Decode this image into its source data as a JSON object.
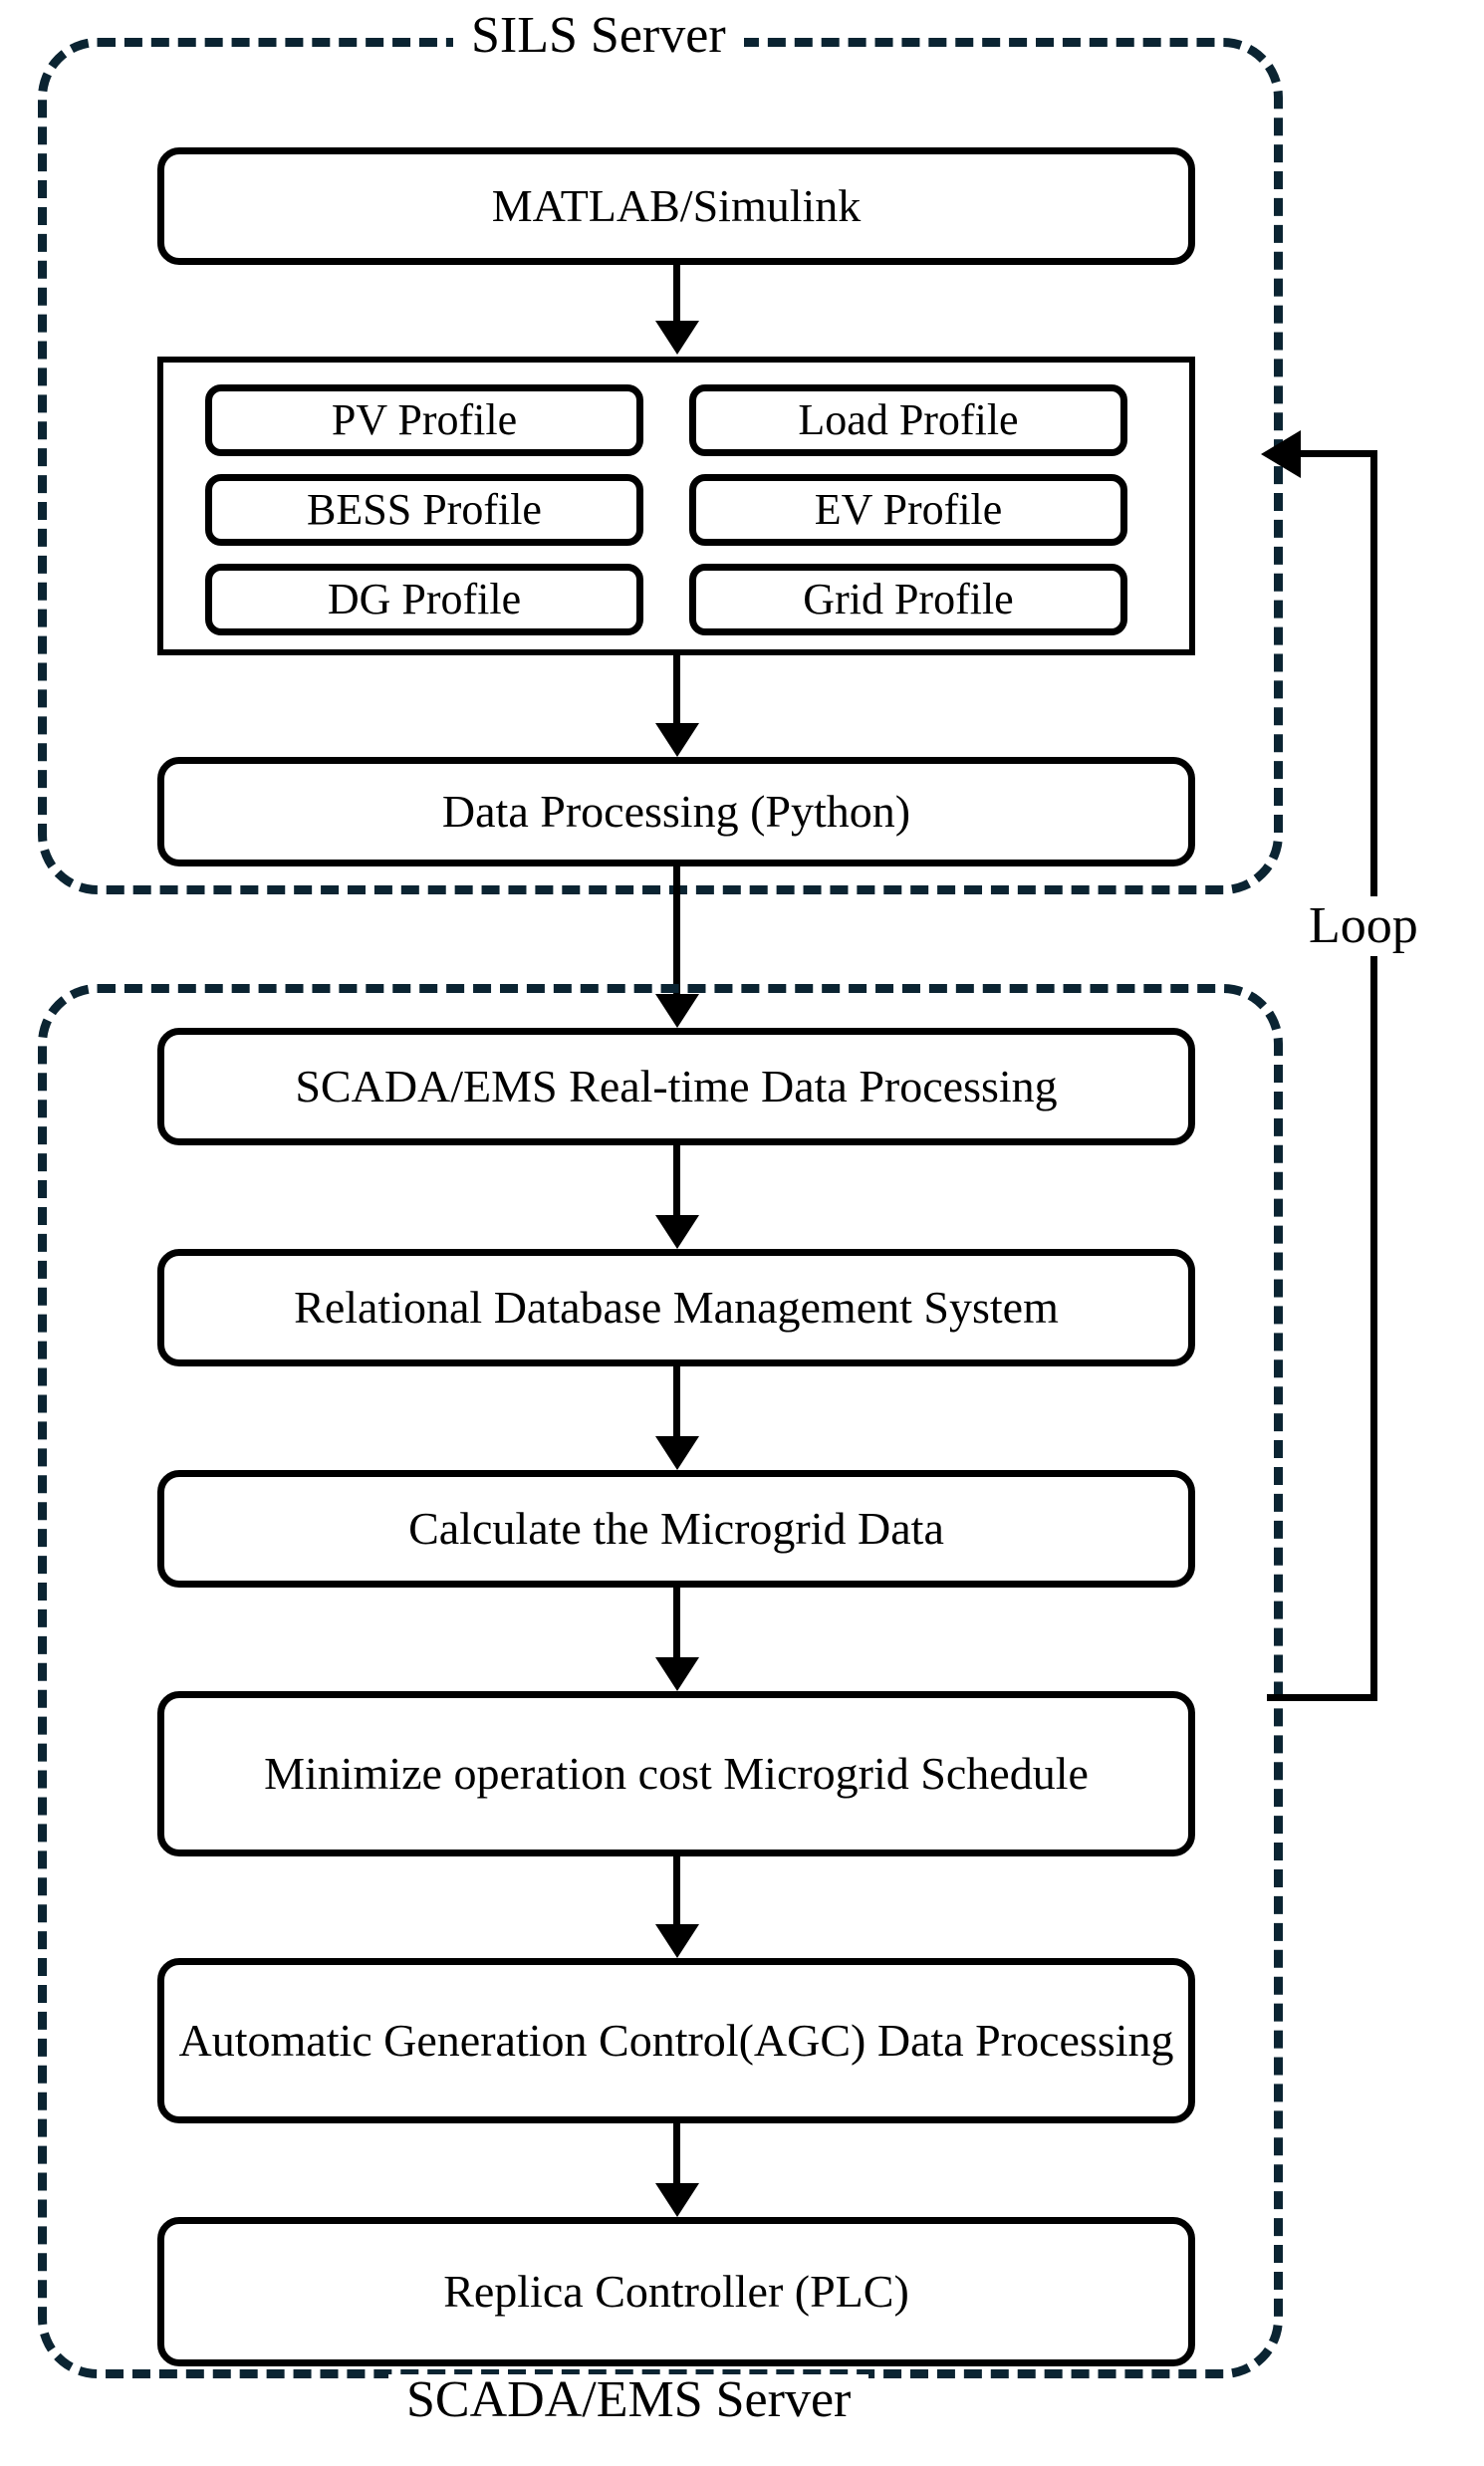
{
  "diagram": {
    "title": "SILS / SCADA-EMS Microgrid Simulation Flowchart",
    "colors": {
      "dashed_border": "#0b2432",
      "solid_border": "#000000",
      "background": "#ffffff",
      "text": "#000000"
    }
  },
  "sils_server": {
    "label": "SILS Server",
    "matlab": "MATLAB/Simulink",
    "profiles": [
      {
        "left": "PV Profile",
        "right": "Load Profile"
      },
      {
        "left": "BESS Profile",
        "right": "EV Profile"
      },
      {
        "left": "DG Profile",
        "right": "Grid Profile"
      }
    ],
    "data_processing": "Data Processing (Python)"
  },
  "scada_server": {
    "label": "SCADA/EMS Server",
    "steps": [
      "SCADA/EMS Real-time Data Processing",
      "Relational Database Management System",
      "Calculate the Microgrid Data",
      "Minimize operation cost Microgrid Schedule",
      "Automatic Generation Control(AGC) Data Processing",
      "Replica Controller (PLC)"
    ]
  },
  "loop": {
    "label": "Loop"
  }
}
